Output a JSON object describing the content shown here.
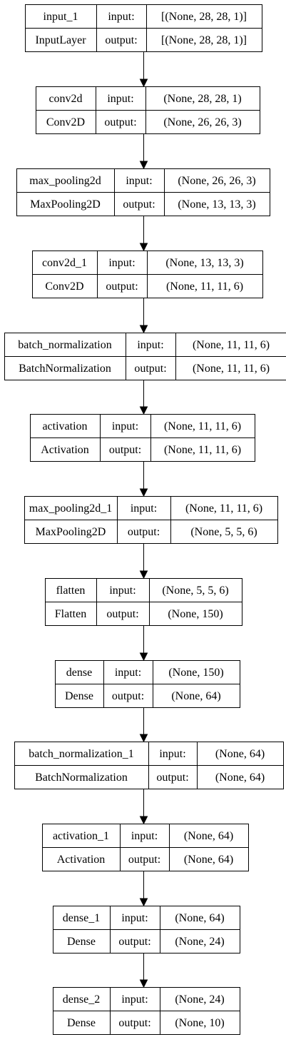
{
  "diagram": {
    "nodes": [
      {
        "name": "input_1",
        "type": "InputLayer",
        "input_label": "input:",
        "output_label": "output:",
        "input_shape": "[(None, 28, 28, 1)]",
        "output_shape": "[(None, 28, 28, 1)]"
      },
      {
        "name": "conv2d",
        "type": "Conv2D",
        "input_label": "input:",
        "output_label": "output:",
        "input_shape": "(None, 28, 28, 1)",
        "output_shape": "(None, 26, 26, 3)"
      },
      {
        "name": "max_pooling2d",
        "type": "MaxPooling2D",
        "input_label": "input:",
        "output_label": "output:",
        "input_shape": "(None, 26, 26, 3)",
        "output_shape": "(None, 13, 13, 3)"
      },
      {
        "name": "conv2d_1",
        "type": "Conv2D",
        "input_label": "input:",
        "output_label": "output:",
        "input_shape": "(None, 13, 13, 3)",
        "output_shape": "(None, 11, 11, 6)"
      },
      {
        "name": "batch_normalization",
        "type": "BatchNormalization",
        "input_label": "input:",
        "output_label": "output:",
        "input_shape": "(None, 11, 11, 6)",
        "output_shape": "(None, 11, 11, 6)"
      },
      {
        "name": "activation",
        "type": "Activation",
        "input_label": "input:",
        "output_label": "output:",
        "input_shape": "(None, 11, 11, 6)",
        "output_shape": "(None, 11, 11, 6)"
      },
      {
        "name": "max_pooling2d_1",
        "type": "MaxPooling2D",
        "input_label": "input:",
        "output_label": "output:",
        "input_shape": "(None, 11, 11, 6)",
        "output_shape": "(None, 5, 5, 6)"
      },
      {
        "name": "flatten",
        "type": "Flatten",
        "input_label": "input:",
        "output_label": "output:",
        "input_shape": "(None, 5, 5, 6)",
        "output_shape": "(None, 150)"
      },
      {
        "name": "dense",
        "type": "Dense",
        "input_label": "input:",
        "output_label": "output:",
        "input_shape": "(None, 150)",
        "output_shape": "(None, 64)"
      },
      {
        "name": "batch_normalization_1",
        "type": "BatchNormalization",
        "input_label": "input:",
        "output_label": "output:",
        "input_shape": "(None, 64)",
        "output_shape": "(None, 64)"
      },
      {
        "name": "activation_1",
        "type": "Activation",
        "input_label": "input:",
        "output_label": "output:",
        "input_shape": "(None, 64)",
        "output_shape": "(None, 64)"
      },
      {
        "name": "dense_1",
        "type": "Dense",
        "input_label": "input:",
        "output_label": "output:",
        "input_shape": "(None, 64)",
        "output_shape": "(None, 24)"
      },
      {
        "name": "dense_2",
        "type": "Dense",
        "input_label": "input:",
        "output_label": "output:",
        "input_shape": "(None, 24)",
        "output_shape": "(None, 10)"
      }
    ],
    "colors": {
      "stroke": "#000000",
      "fill": "#ffffff",
      "text": "#000000"
    }
  }
}
